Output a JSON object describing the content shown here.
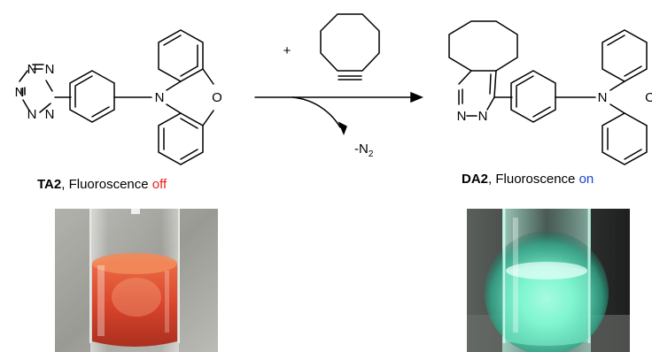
{
  "reaction": {
    "plus": "+",
    "byproduct_prefix": "-N",
    "byproduct_subscript": "2"
  },
  "atoms": {
    "nitrogen": "N",
    "oxygen": "O"
  },
  "reactant": {
    "code": "TA2",
    "caption_text": ", Fluoroscence ",
    "state": "off",
    "state_color": "#e8201c"
  },
  "product": {
    "code": "DA2",
    "caption_text": ", Fluoroscence ",
    "state": "on",
    "state_color": "#1d3fd6"
  },
  "colors": {
    "bond": "#000000",
    "reactant_solution": "#d8432a",
    "product_glow": "#7ff5d0"
  }
}
